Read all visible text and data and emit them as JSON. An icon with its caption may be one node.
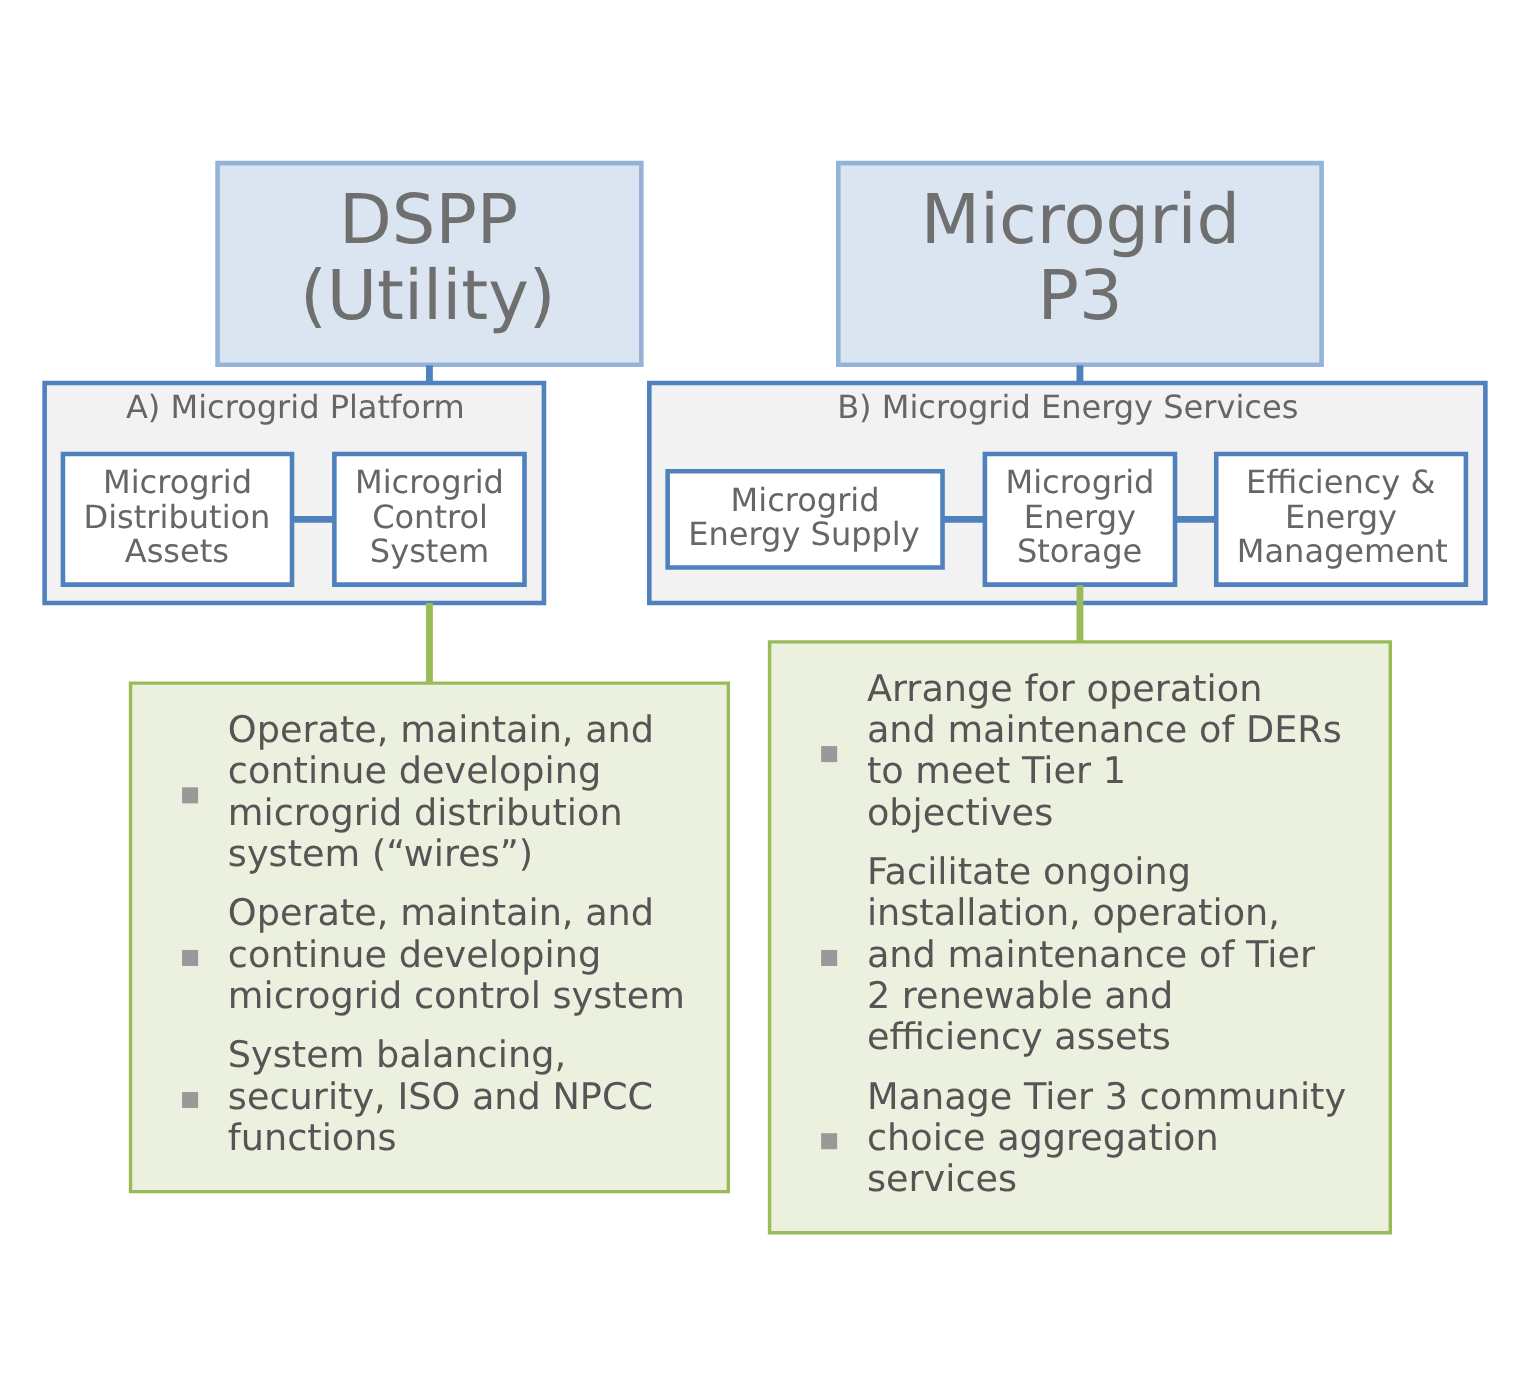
{
  "diagram": {
    "nodes": [
      {
        "text": [
          "DSPP (Utility)"
        ]
      },
      {
        "text": [
          "A) Microgrid Platform"
        ]
      },
      {
        "text": [
          "Microgrid Distribution Assets"
        ],
        "in": 1
      },
      {
        "text": [
          "Microgrid Control System"
        ],
        "in": 1
      },
      {
        "text": [
          "Operate, maintain, and continue developing microgrid distribution system (“wires”)",
          "Operate, maintain, and continue developing microgrid control system",
          "System balancing, security, ISO and NPCC functions"
        ]
      },
      {
        "text": [
          "Microgrid P3"
        ]
      },
      {
        "text": [
          "B) Microgrid Energy Services"
        ]
      },
      {
        "text": [
          "Microgrid Energy Supply"
        ],
        "in": 6
      },
      {
        "text": [
          "Microgrid Energy Storage"
        ],
        "in": 6
      },
      {
        "text": [
          "Efficiency & Energy Management"
        ],
        "in": 6
      },
      {
        "text": [
          "Arrange for operation and maintenance of DERs to meet Tier 1 objectives",
          "Facilitate ongoing installation, operation, and maintenance of Tier 2 renewable and efficiency assets",
          "Manage Tier 3 community choice aggregation services"
        ]
      }
    ],
    "edges": [
      {
        "from": 0,
        "to": 1,
        "arrow": "none"
      },
      {
        "from": 2,
        "to": 3,
        "arrow": "none"
      },
      {
        "from": 1,
        "to": 4,
        "arrow": "none",
        "color": "#9bbb59"
      },
      {
        "from": 5,
        "to": 6,
        "arrow": "none"
      },
      {
        "from": 7,
        "to": 8,
        "arrow": "none"
      },
      {
        "from": 8,
        "to": 9,
        "arrow": "none"
      },
      {
        "from": 8,
        "to": 10,
        "arrow": "none",
        "color": "#9bbb59"
      }
    ]
  }
}
